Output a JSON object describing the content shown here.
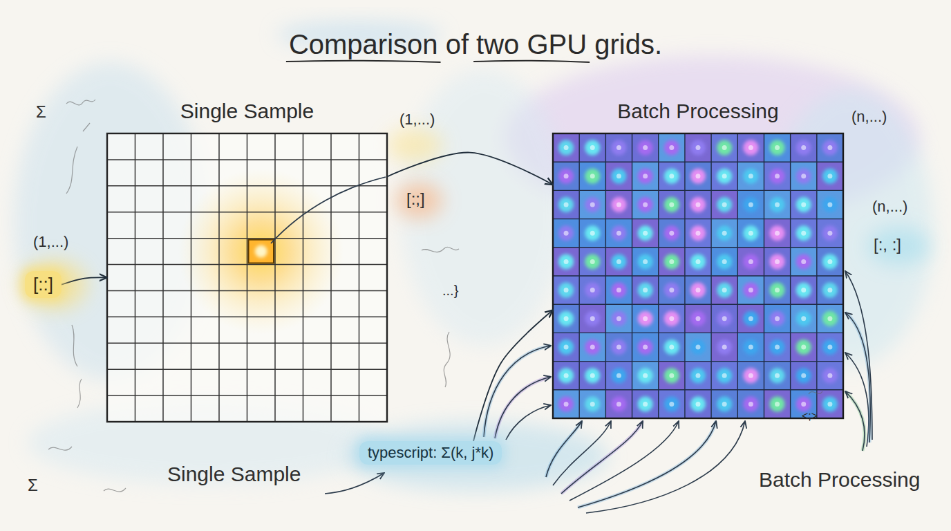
{
  "diagram": {
    "title": "Comparison of two GPU grids.",
    "nodes": [
      {
        "text": [
          "Single Sample"
        ]
      },
      {
        "text": [
          "Batch Processing"
        ]
      },
      {
        "text": [
          "[::]"
        ]
      },
      {
        "text": [
          "typescript: Σ(k, j*k)"
        ]
      }
    ],
    "edges": [
      {
        "from": 2,
        "to": 0,
        "arrow": "to"
      },
      {
        "from": 0,
        "to": 1,
        "arrow": "to"
      },
      {
        "from": 3,
        "to": 1,
        "arrow": "to"
      }
    ],
    "labels": [
      "Σ",
      "(1,...)",
      "[:;]",
      "(1,...)",
      "...}",
      "(n,...)",
      "(n,...)",
      "[:, :]",
      "Σ",
      "Single Sample",
      "<;>",
      "Batch Processing"
    ]
  }
}
